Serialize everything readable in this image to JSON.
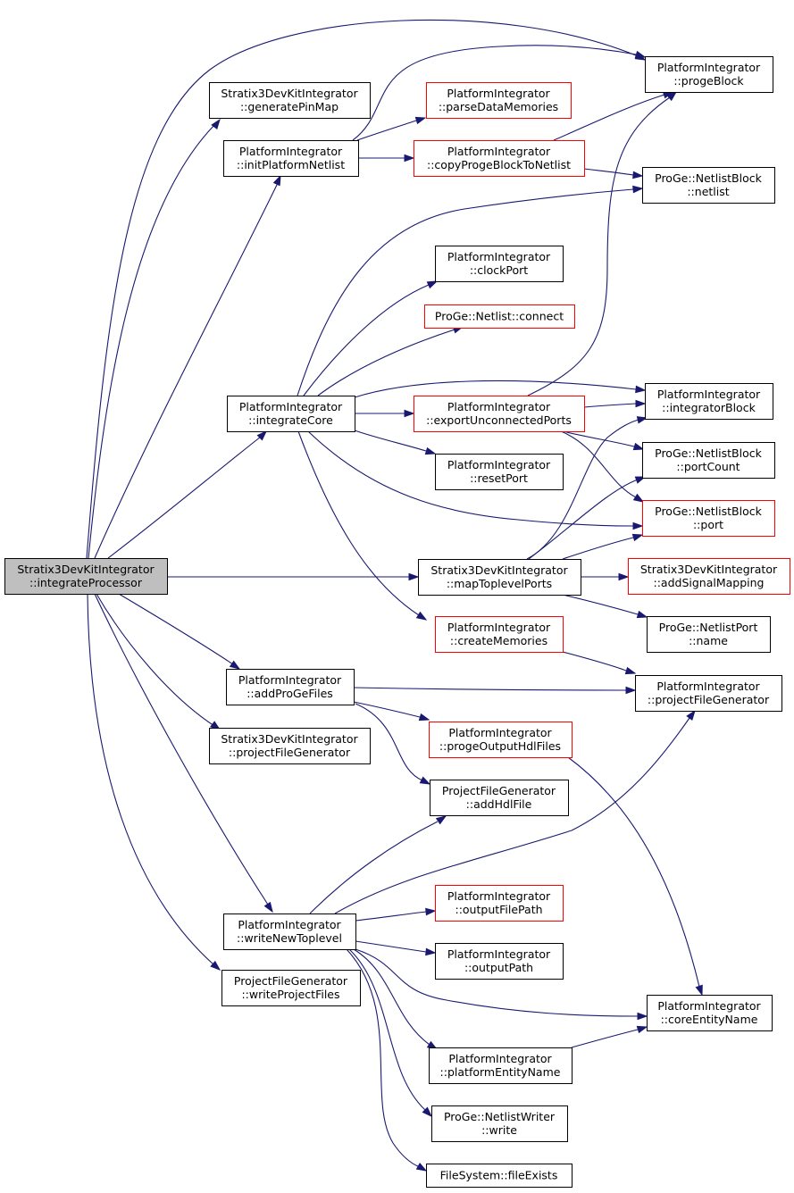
{
  "graph": {
    "root": "integrateProcessor",
    "colors": {
      "edge": "#191970",
      "root_fill": "#bfbfbf",
      "undocumented_border": "#ff0000",
      "documented_border": "#000000"
    },
    "nodes": [
      {
        "id": "integrateProcessor",
        "lines": [
          "Stratix3DevKitIntegrator",
          "::integrateProcessor"
        ],
        "style": "root"
      },
      {
        "id": "generatePinMap",
        "lines": [
          "Stratix3DevKitIntegrator",
          "::generatePinMap"
        ],
        "style": "black"
      },
      {
        "id": "initPlatformNetlist",
        "lines": [
          "PlatformIntegrator",
          "::initPlatformNetlist"
        ],
        "style": "black"
      },
      {
        "id": "integrateCore",
        "lines": [
          "PlatformIntegrator",
          "::integrateCore"
        ],
        "style": "black"
      },
      {
        "id": "mapToplevelPorts",
        "lines": [
          "Stratix3DevKitIntegrator",
          "::mapToplevelPorts"
        ],
        "style": "black"
      },
      {
        "id": "addProGeFiles",
        "lines": [
          "PlatformIntegrator",
          "::addProGeFiles"
        ],
        "style": "black"
      },
      {
        "id": "s3ProjectFileGenerator",
        "lines": [
          "Stratix3DevKitIntegrator",
          "::projectFileGenerator"
        ],
        "style": "black"
      },
      {
        "id": "writeNewToplevel",
        "lines": [
          "PlatformIntegrator",
          "::writeNewToplevel"
        ],
        "style": "black"
      },
      {
        "id": "writeProjectFiles",
        "lines": [
          "ProjectFileGenerator",
          "::writeProjectFiles"
        ],
        "style": "black"
      },
      {
        "id": "parseDataMemories",
        "lines": [
          "PlatformIntegrator",
          "::parseDataMemories"
        ],
        "style": "red"
      },
      {
        "id": "copyProgeBlockToNetlist",
        "lines": [
          "PlatformIntegrator",
          "::copyProgeBlockToNetlist"
        ],
        "style": "red"
      },
      {
        "id": "clockPort",
        "lines": [
          "PlatformIntegrator",
          "::clockPort"
        ],
        "style": "black"
      },
      {
        "id": "netlistConnect",
        "lines": [
          "ProGe::Netlist::connect"
        ],
        "style": "red"
      },
      {
        "id": "exportUnconnectedPorts",
        "lines": [
          "PlatformIntegrator",
          "::exportUnconnectedPorts"
        ],
        "style": "red"
      },
      {
        "id": "resetPort",
        "lines": [
          "PlatformIntegrator",
          "::resetPort"
        ],
        "style": "black"
      },
      {
        "id": "createMemories",
        "lines": [
          "PlatformIntegrator",
          "::createMemories"
        ],
        "style": "red"
      },
      {
        "id": "progeOutputHdlFiles",
        "lines": [
          "PlatformIntegrator",
          "::progeOutputHdlFiles"
        ],
        "style": "red"
      },
      {
        "id": "addHdlFile",
        "lines": [
          "ProjectFileGenerator",
          "::addHdlFile"
        ],
        "style": "black"
      },
      {
        "id": "outputFilePath",
        "lines": [
          "PlatformIntegrator",
          "::outputFilePath"
        ],
        "style": "red"
      },
      {
        "id": "outputPath",
        "lines": [
          "PlatformIntegrator",
          "::outputPath"
        ],
        "style": "black"
      },
      {
        "id": "platformEntityName",
        "lines": [
          "PlatformIntegrator",
          "::platformEntityName"
        ],
        "style": "black"
      },
      {
        "id": "netlistWriterWrite",
        "lines": [
          "ProGe::NetlistWriter",
          "::write"
        ],
        "style": "black"
      },
      {
        "id": "fileExists",
        "lines": [
          "FileSystem::fileExists"
        ],
        "style": "black"
      },
      {
        "id": "progeBlock",
        "lines": [
          "PlatformIntegrator",
          "::progeBlock"
        ],
        "style": "black"
      },
      {
        "id": "netlistBlockNetlist",
        "lines": [
          "ProGe::NetlistBlock",
          "::netlist"
        ],
        "style": "black"
      },
      {
        "id": "integratorBlock",
        "lines": [
          "PlatformIntegrator",
          "::integratorBlock"
        ],
        "style": "black"
      },
      {
        "id": "portCount",
        "lines": [
          "ProGe::NetlistBlock",
          "::portCount"
        ],
        "style": "black"
      },
      {
        "id": "netlistBlockPort",
        "lines": [
          "ProGe::NetlistBlock",
          "::port"
        ],
        "style": "red"
      },
      {
        "id": "addSignalMapping",
        "lines": [
          "Stratix3DevKitIntegrator",
          "::addSignalMapping"
        ],
        "style": "red"
      },
      {
        "id": "netlistPortName",
        "lines": [
          "ProGe::NetlistPort",
          "::name"
        ],
        "style": "black"
      },
      {
        "id": "projectFileGenerator",
        "lines": [
          "PlatformIntegrator",
          "::projectFileGenerator"
        ],
        "style": "black"
      },
      {
        "id": "coreEntityName",
        "lines": [
          "PlatformIntegrator",
          "::coreEntityName"
        ],
        "style": "black"
      }
    ],
    "edges": [
      [
        "integrateProcessor",
        "progeBlock"
      ],
      [
        "integrateProcessor",
        "generatePinMap"
      ],
      [
        "integrateProcessor",
        "initPlatformNetlist"
      ],
      [
        "integrateProcessor",
        "integrateCore"
      ],
      [
        "integrateProcessor",
        "mapToplevelPorts"
      ],
      [
        "integrateProcessor",
        "addProGeFiles"
      ],
      [
        "integrateProcessor",
        "s3ProjectFileGenerator"
      ],
      [
        "integrateProcessor",
        "writeNewToplevel"
      ],
      [
        "integrateProcessor",
        "writeProjectFiles"
      ],
      [
        "initPlatformNetlist",
        "progeBlock"
      ],
      [
        "initPlatformNetlist",
        "parseDataMemories"
      ],
      [
        "initPlatformNetlist",
        "copyProgeBlockToNetlist"
      ],
      [
        "copyProgeBlockToNetlist",
        "progeBlock"
      ],
      [
        "copyProgeBlockToNetlist",
        "netlistBlockNetlist"
      ],
      [
        "integrateCore",
        "netlistBlockNetlist"
      ],
      [
        "integrateCore",
        "clockPort"
      ],
      [
        "integrateCore",
        "netlistConnect"
      ],
      [
        "integrateCore",
        "integratorBlock"
      ],
      [
        "integrateCore",
        "exportUnconnectedPorts"
      ],
      [
        "integrateCore",
        "resetPort"
      ],
      [
        "integrateCore",
        "netlistBlockPort"
      ],
      [
        "integrateCore",
        "createMemories"
      ],
      [
        "exportUnconnectedPorts",
        "progeBlock"
      ],
      [
        "exportUnconnectedPorts",
        "integratorBlock"
      ],
      [
        "exportUnconnectedPorts",
        "portCount"
      ],
      [
        "exportUnconnectedPorts",
        "netlistBlockPort"
      ],
      [
        "mapToplevelPorts",
        "integratorBlock"
      ],
      [
        "mapToplevelPorts",
        "portCount"
      ],
      [
        "mapToplevelPorts",
        "netlistBlockPort"
      ],
      [
        "mapToplevelPorts",
        "addSignalMapping"
      ],
      [
        "mapToplevelPorts",
        "netlistPortName"
      ],
      [
        "createMemories",
        "projectFileGenerator"
      ],
      [
        "addProGeFiles",
        "projectFileGenerator"
      ],
      [
        "addProGeFiles",
        "progeOutputHdlFiles"
      ],
      [
        "addProGeFiles",
        "addHdlFile"
      ],
      [
        "progeOutputHdlFiles",
        "coreEntityName"
      ],
      [
        "writeNewToplevel",
        "addHdlFile"
      ],
      [
        "writeNewToplevel",
        "projectFileGenerator"
      ],
      [
        "writeNewToplevel",
        "outputFilePath"
      ],
      [
        "writeNewToplevel",
        "outputPath"
      ],
      [
        "writeNewToplevel",
        "coreEntityName"
      ],
      [
        "writeNewToplevel",
        "platformEntityName"
      ],
      [
        "writeNewToplevel",
        "netlistWriterWrite"
      ],
      [
        "writeNewToplevel",
        "fileExists"
      ],
      [
        "platformEntityName",
        "coreEntityName"
      ]
    ]
  }
}
